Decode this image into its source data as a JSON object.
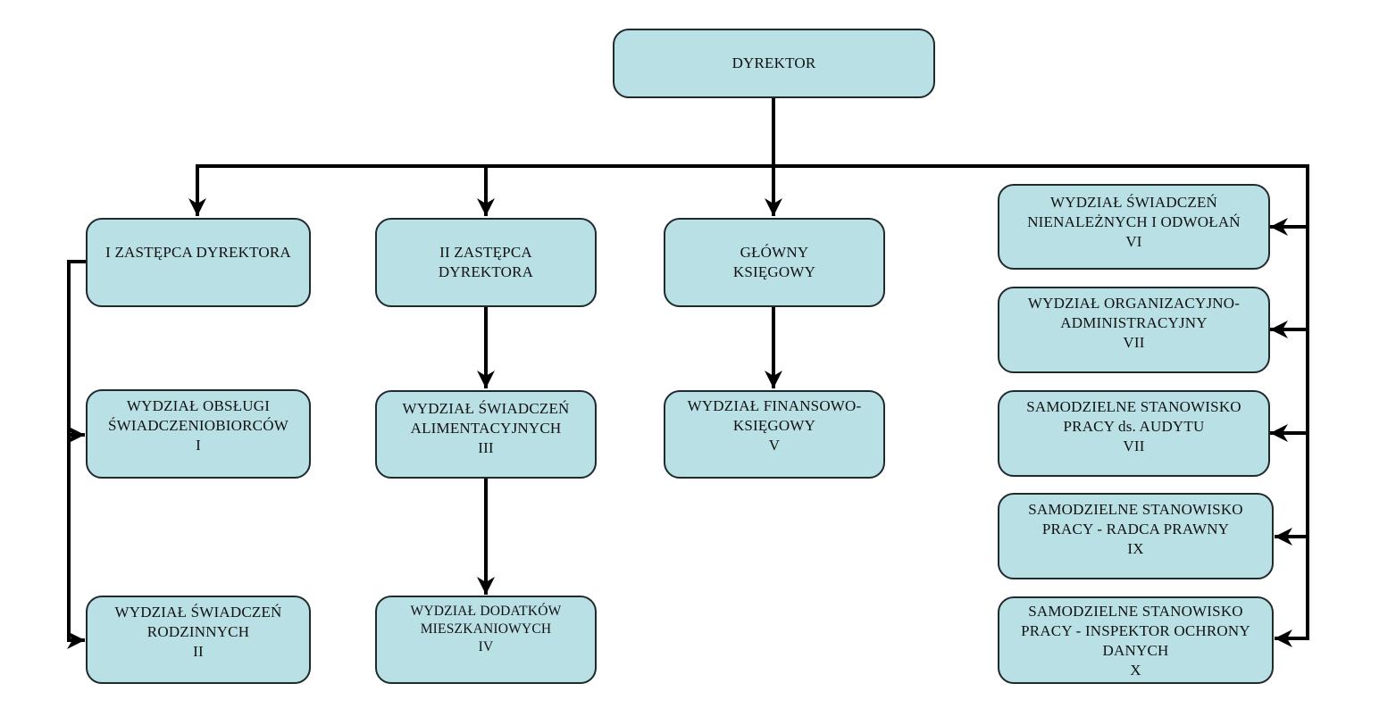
{
  "chart_title": "",
  "colors": {
    "box_fill": "#b9e0e5",
    "box_border": "#1f2a2c",
    "connector": "#000000",
    "text": "#111111"
  },
  "nodes": {
    "dyrektor": {
      "lines": [
        "DYREKTOR"
      ]
    },
    "zastepca1": {
      "lines": [
        "I ZASTĘPCA DYREKTORA"
      ]
    },
    "zastepca2": {
      "lines": [
        "II ZASTĘPCA",
        "DYREKTORA"
      ]
    },
    "ksiegowy": {
      "lines": [
        "GŁÓWNY",
        "KSIĘGOWY"
      ]
    },
    "wydzial_i": {
      "lines": [
        "WYDZIAŁ OBSŁUGI",
        "ŚWIADCZENIOBIORCÓW",
        "I"
      ]
    },
    "wydzial_ii": {
      "lines": [
        "WYDZIAŁ ŚWIADCZEŃ",
        "RODZINNYCH",
        "II"
      ]
    },
    "wydzial_iii": {
      "lines": [
        "WYDZIAŁ ŚWIADCZEŃ",
        "ALIMENTACYJNYCH",
        "III"
      ]
    },
    "wydzial_iv": {
      "lines": [
        "WYDZIAŁ DODATKÓW",
        "MIESZKANIOWYCH",
        "IV"
      ]
    },
    "wydzial_v": {
      "lines": [
        "WYDZIAŁ FINANSOWO-",
        "KSIĘGOWY",
        "V"
      ]
    },
    "wydzial_vi": {
      "lines": [
        "WYDZIAŁ ŚWIADCZEŃ",
        "NIENALEŻNYCH I ODWOŁAŃ",
        "VI"
      ]
    },
    "wydzial_vii": {
      "lines": [
        "WYDZIAŁ ORGANIZACYJNO-",
        "ADMINISTRACYJNY",
        "VII"
      ]
    },
    "audyt": {
      "lines": [
        "SAMODZIELNE STANOWISKO",
        "PRACY ds. AUDYTU",
        "VII"
      ]
    },
    "radca": {
      "lines": [
        "SAMODZIELNE STANOWISKO",
        "PRACY - RADCA PRAWNY",
        "IX"
      ]
    },
    "iod": {
      "lines": [
        "SAMODZIELNE STANOWISKO",
        "PRACY - INSPEKTOR OCHRONY",
        "DANYCH",
        "X"
      ]
    }
  },
  "edges": [
    {
      "from": "dyrektor",
      "to": "zastepca1"
    },
    {
      "from": "dyrektor",
      "to": "zastepca2"
    },
    {
      "from": "dyrektor",
      "to": "ksiegowy"
    },
    {
      "from": "dyrektor",
      "to": "wydzial_vi"
    },
    {
      "from": "dyrektor",
      "to": "wydzial_vii"
    },
    {
      "from": "dyrektor",
      "to": "audyt"
    },
    {
      "from": "dyrektor",
      "to": "radca"
    },
    {
      "from": "dyrektor",
      "to": "iod"
    },
    {
      "from": "zastepca1",
      "to": "wydzial_i"
    },
    {
      "from": "zastepca1",
      "to": "wydzial_ii"
    },
    {
      "from": "zastepca2",
      "to": "wydzial_iii"
    },
    {
      "from": "wydzial_iii",
      "to": "wydzial_iv"
    },
    {
      "from": "ksiegowy",
      "to": "wydzial_v"
    }
  ]
}
